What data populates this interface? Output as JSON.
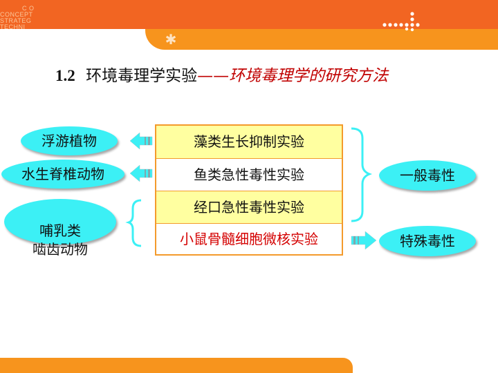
{
  "header": {
    "logo_lines": [
      "C O",
      "CONCEPT",
      "STRATEG",
      "TECHNI"
    ]
  },
  "title": {
    "number": "1.2",
    "main": "环境毒理学实验",
    "dash": "——",
    "sub": "环境毒理学的研究方法"
  },
  "organisms": [
    {
      "label": "浮游植物"
    },
    {
      "label": "水生脊椎动物"
    },
    {
      "label": "哺乳类\n啮齿动物"
    }
  ],
  "experiments": [
    {
      "label": "藻类生长抑制实验",
      "highlight": false
    },
    {
      "label": "鱼类急性毒性实验",
      "highlight": false
    },
    {
      "label": "经口急性毒性实验",
      "highlight": false
    },
    {
      "label": "小鼠骨髓细胞微核实验",
      "highlight": true
    }
  ],
  "toxicity": [
    {
      "label": "一般毒性"
    },
    {
      "label": "特殊毒性"
    }
  ],
  "colors": {
    "top_band": "#f26522",
    "accent_band": "#f7941d",
    "oval_fill": "#3cf0f5",
    "arrow_fill": "#3cf0f5",
    "box_border": "#f39a2b",
    "row_yellow": "#ffffa0",
    "highlight_text": "#d40000",
    "title_sub": "#c00000"
  }
}
